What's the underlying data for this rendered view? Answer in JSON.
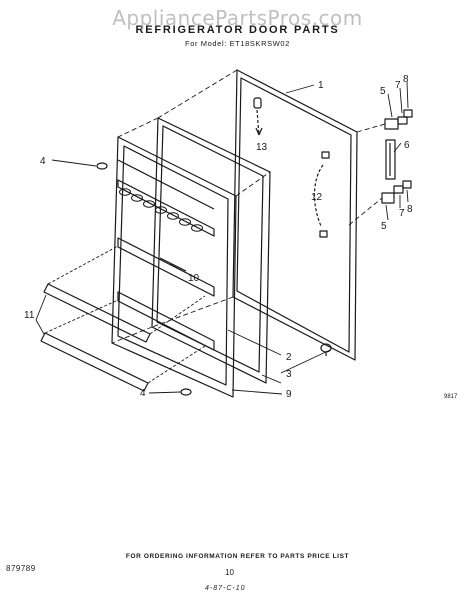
{
  "watermark": "AppliancePartsPros.com",
  "title": "REFRIGERATOR DOOR PARTS",
  "model": "For Model: ET18SKRSW02",
  "callouts": {
    "c1": "1",
    "c2": "2",
    "c3": "3",
    "c4a": "4",
    "c4b": "4",
    "c5a": "5",
    "c5b": "5",
    "c6": "6",
    "c7a": "7",
    "c7b": "7",
    "c8a": "8",
    "c8b": "8",
    "c9": "9",
    "c10": "10",
    "c11": "11",
    "c12": "12",
    "c13": "13"
  },
  "figure_code": "9817",
  "footer": {
    "ordering_note": "FOR ORDERING INFORMATION REFER TO PARTS PRICE LIST",
    "part_list_code": "879789",
    "page_number": "10",
    "revision": "4-87-C-10"
  }
}
